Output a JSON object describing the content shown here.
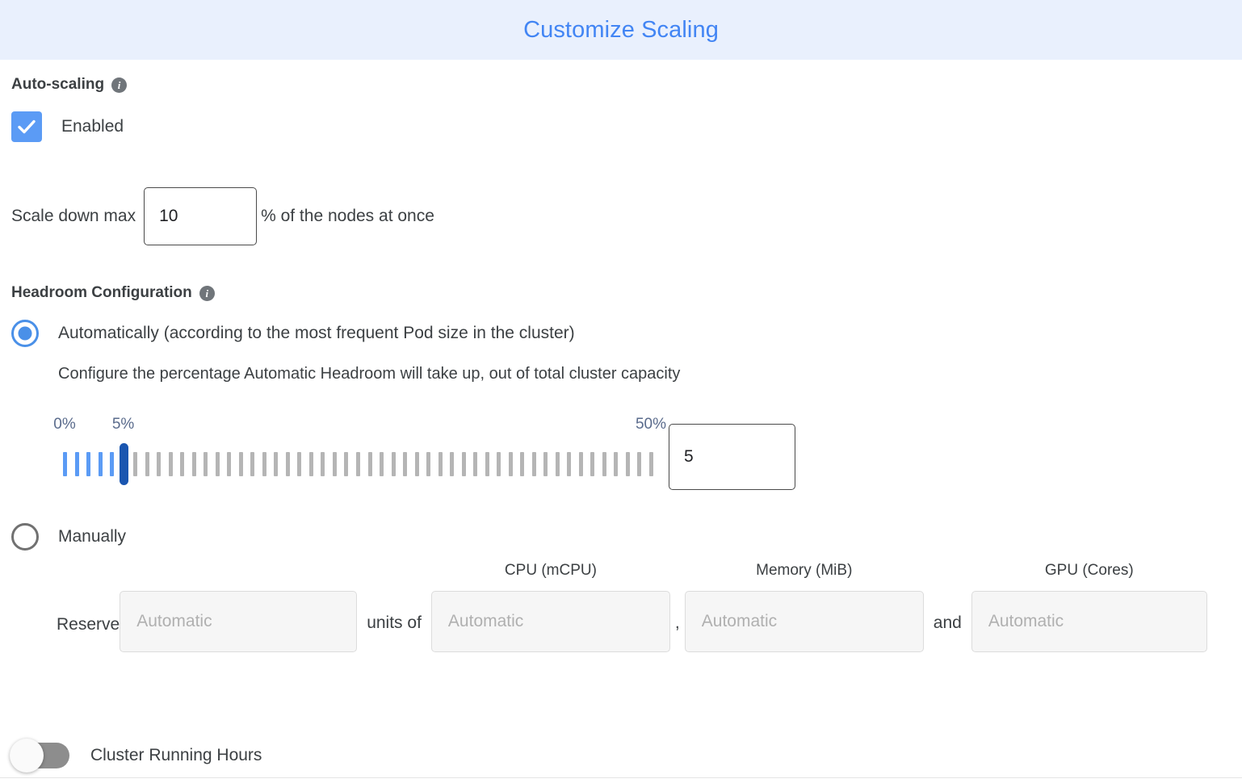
{
  "header": {
    "title": "Customize Scaling",
    "accent_color": "#4285f4",
    "background_color": "#e9f0fd"
  },
  "auto_scaling": {
    "section_label": "Auto-scaling",
    "info_icon": "info-icon",
    "info_glyph": "i",
    "checkbox": {
      "label": "Enabled",
      "checked": true,
      "color": "#5b9bf5"
    },
    "scale_down": {
      "prefix_label": "Scale down max",
      "value": "10",
      "suffix_label": "% of the nodes at once"
    }
  },
  "headroom": {
    "section_label": "Headroom Configuration",
    "info_glyph": "i",
    "options": [
      {
        "id": "automatic",
        "label": "Automatically (according to the most frequent Pod size in the cluster)",
        "selected": true,
        "description": "Configure the percentage Automatic Headroom will take up, out of total cluster capacity"
      },
      {
        "id": "manual",
        "label": "Manually",
        "selected": false
      }
    ],
    "slider": {
      "min": 0,
      "max": 50,
      "value": 5,
      "step": 1,
      "tick_count": 51,
      "labels": [
        {
          "text": "0%",
          "value": 0
        },
        {
          "text": "5%",
          "value": 5
        },
        {
          "text": "50%",
          "value": 50
        }
      ],
      "label_color": "#5a6b8c",
      "filled_color": "#5b9bf5",
      "unfilled_color": "#b5b5b5",
      "thumb_color": "#1a56b0",
      "value_input": "5"
    },
    "manual_fields": {
      "reserve_label": "Reserve",
      "units_of_label": "units of",
      "comma_label": ",",
      "and_label": "and",
      "fields": [
        {
          "name": "reserve-units",
          "header": "",
          "placeholder": "Automatic",
          "value": ""
        },
        {
          "name": "cpu",
          "header": "CPU (mCPU)",
          "placeholder": "Automatic",
          "value": ""
        },
        {
          "name": "memory",
          "header": "Memory (MiB)",
          "placeholder": "Automatic",
          "value": ""
        },
        {
          "name": "gpu",
          "header": "GPU (Cores)",
          "placeholder": "Automatic",
          "value": ""
        }
      ]
    }
  },
  "cluster_running_hours": {
    "label": "Cluster Running Hours",
    "enabled": false
  }
}
